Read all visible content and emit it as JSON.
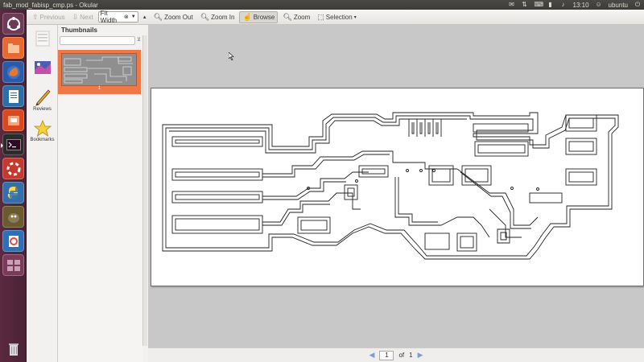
{
  "window": {
    "title": "fab_mod_fabisp_cmp.ps - Okular"
  },
  "tray": {
    "clock": "13:10",
    "user": "ubuntu"
  },
  "toolbar": {
    "previous_label": "Previous",
    "next_label": "Next",
    "zoom_value": "Fit Width",
    "zoom_out_label": "Zoom Out",
    "zoom_in_label": "Zoom In",
    "browse_label": "Browse",
    "zoom_label": "Zoom",
    "selection_label": "Selection"
  },
  "sidebar": {
    "tabs": [
      {
        "label": "",
        "icon": "contents-icon"
      },
      {
        "label": "",
        "icon": "thumbnails-icon"
      },
      {
        "label": "Reviews",
        "icon": "pen-icon"
      },
      {
        "label": "Bookmarks",
        "icon": "star-icon"
      }
    ]
  },
  "thumbnails": {
    "title": "Thumbnails",
    "items": [
      {
        "page": "1"
      }
    ]
  },
  "navigation": {
    "current_page": "1",
    "of_label": "of",
    "total_pages": "1"
  },
  "colors": {
    "accent": "#f07746",
    "launcher": "#4b2236"
  }
}
